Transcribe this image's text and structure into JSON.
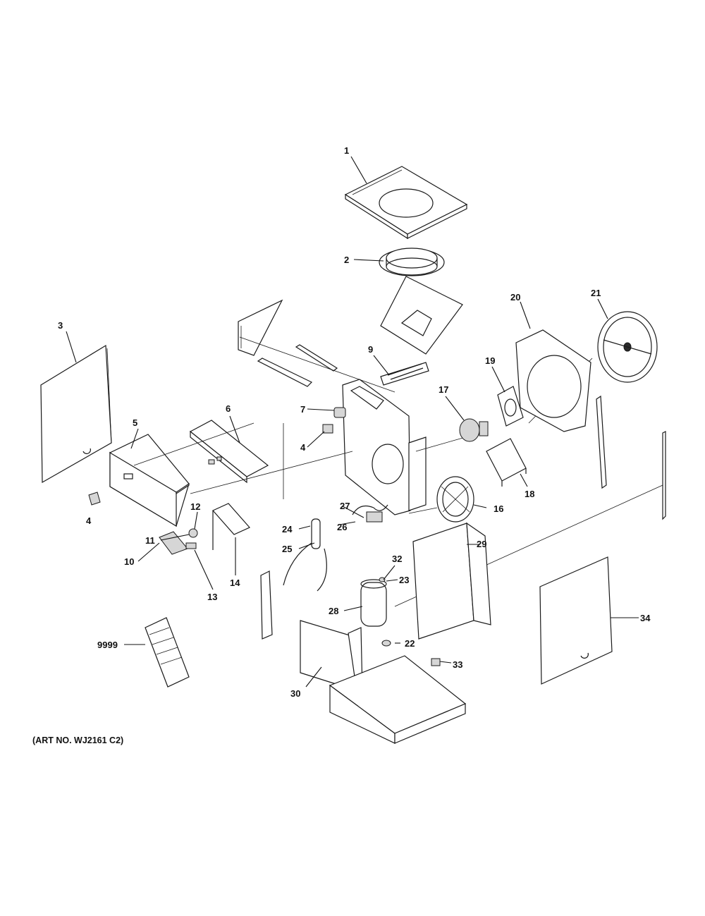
{
  "diagram": {
    "callouts": [
      "1",
      "2",
      "3",
      "4",
      "5",
      "6",
      "7",
      "9",
      "10",
      "11",
      "12",
      "13",
      "14",
      "16",
      "17",
      "18",
      "19",
      "20",
      "21",
      "22",
      "23",
      "24",
      "25",
      "26",
      "27",
      "28",
      "29",
      "30",
      "32",
      "33",
      "34",
      "9999"
    ],
    "art_number": "(ART NO. WJ2161 C2)"
  }
}
